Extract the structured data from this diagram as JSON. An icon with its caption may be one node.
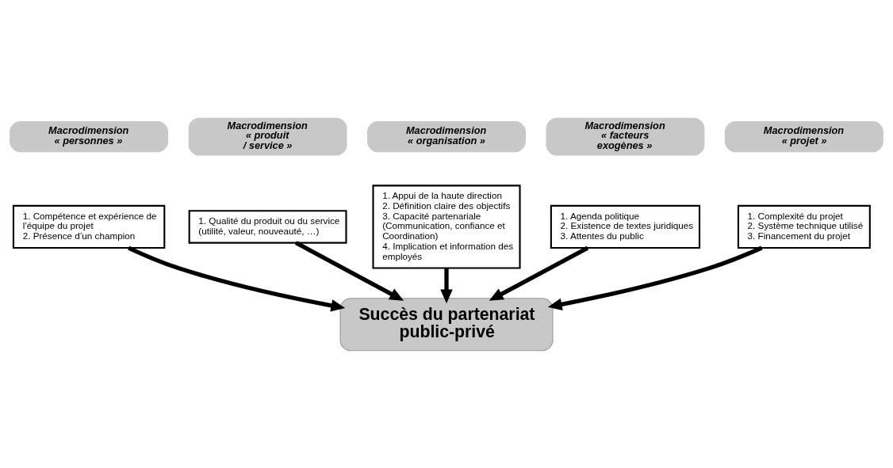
{
  "diagram": {
    "nodes": [
      {
        "text": [
          "Macrodimension « organisation »"
        ]
      },
      {
        "text": [
          "1. Appui de la haute direction",
          "2. Définition claire des objectifs",
          "3. Capacité partenariale (Communication, confiance et Coordination)",
          "4. Implication et information des employés"
        ]
      },
      {
        "text": [
          "Macrodimension « personnes »"
        ]
      },
      {
        "text": [
          "1. Compétence et expérience de l’équipe du projet",
          "2. Présence d’un champion"
        ]
      },
      {
        "text": [
          "Macrodimension « projet »"
        ]
      },
      {
        "text": [
          "1. Complexité du projet",
          "2. Système technique utilisé",
          "3. Financement du projet"
        ]
      },
      {
        "text": [
          "Macrodimension « produit / service »"
        ]
      },
      {
        "text": [
          "1. Qualité du produit ou du service (utilité, valeur, nouveauté, …)"
        ]
      },
      {
        "text": [
          "Macrodimension « facteurs exogènes »"
        ]
      },
      {
        "text": [
          "1. Agenda politique",
          "2. Existence de textes juridiques",
          "3. Attentes du public"
        ]
      },
      {
        "text": [
          "Succès du partenariat public-privé"
        ]
      }
    ],
    "edges": [
      {
        "from": 3,
        "to": 10,
        "arrow": "to"
      },
      {
        "from": 1,
        "to": 10,
        "arrow": "to"
      },
      {
        "from": 5,
        "to": 10,
        "arrow": "to"
      },
      {
        "from": 7,
        "to": 10,
        "arrow": "to"
      },
      {
        "from": 9,
        "to": 10,
        "arrow": "to"
      }
    ]
  }
}
